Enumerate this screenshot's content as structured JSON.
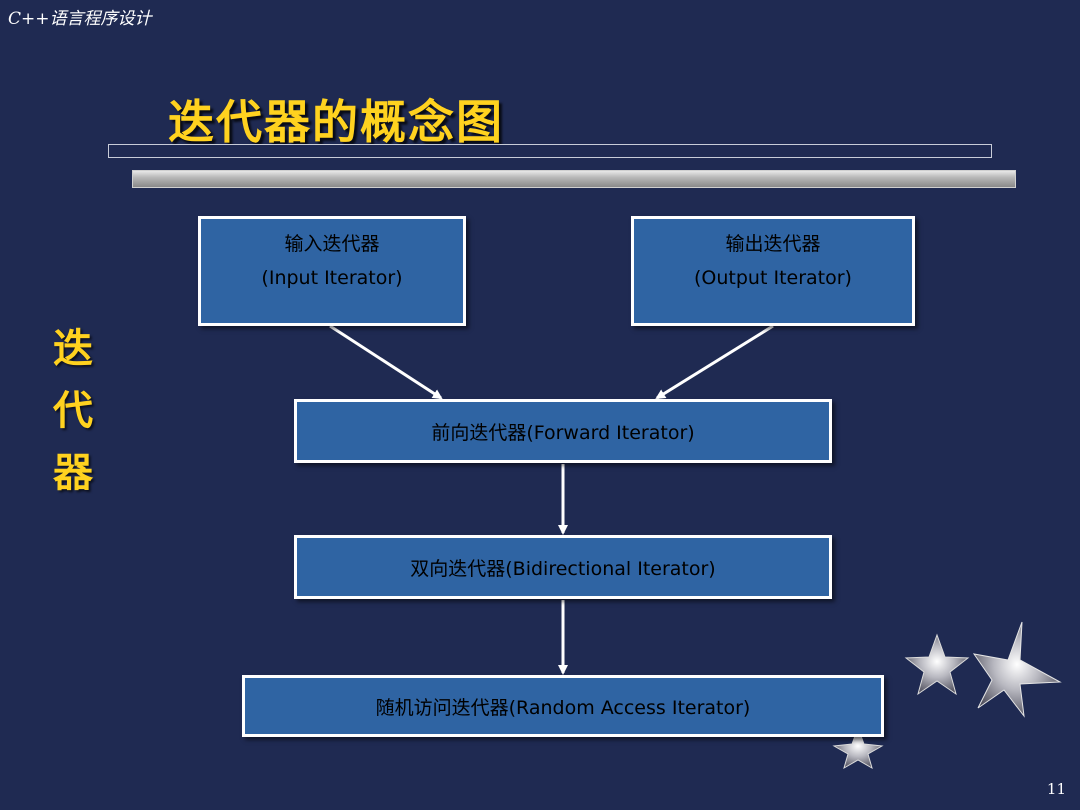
{
  "header": {
    "course": "C++语言程序设计"
  },
  "slide": {
    "title": "迭代器的概念图",
    "side_label": [
      "迭",
      "代",
      "器"
    ],
    "page_number": "11"
  },
  "diagram": {
    "input_iterator": {
      "zh": "输入迭代器",
      "en": "(Input Iterator)"
    },
    "output_iterator": {
      "zh": "输出迭代器",
      "en": "(Output Iterator)"
    },
    "forward_iterator": "前向迭代器(Forward Iterator)",
    "bidirectional_iterator": "双向迭代器(Bidirectional Iterator)",
    "random_access_iterator": "随机访问迭代器(Random Access Iterator)"
  },
  "colors": {
    "background": "#1f2a52",
    "box_fill": "#2f64a3",
    "title": "#ffd21f"
  }
}
